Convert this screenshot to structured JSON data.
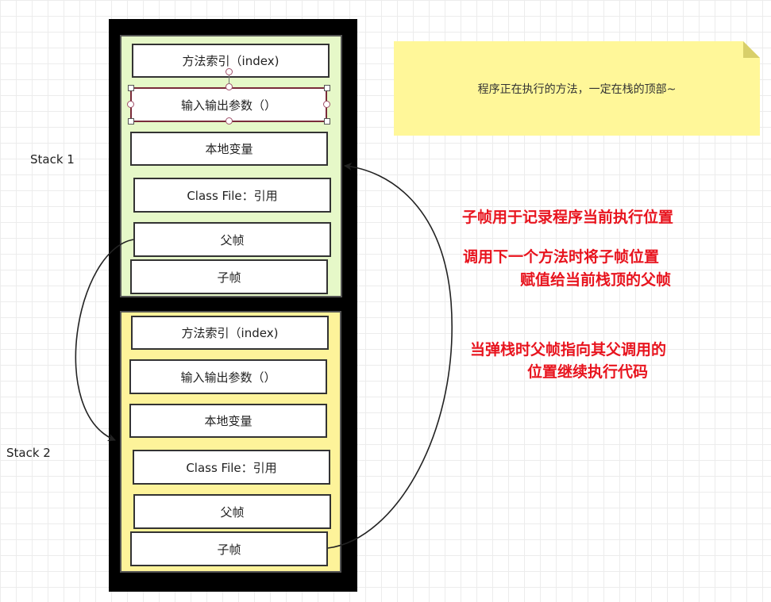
{
  "stack1": {
    "label": "Stack 1",
    "cells": {
      "method_index": "方法索引（index)",
      "io_params": "输入输出参数（）",
      "local_vars": "本地变量",
      "class_file": "Class File：引用",
      "parent_frame": "父帧",
      "child_frame": "子帧"
    }
  },
  "stack2": {
    "label": "Stack 2",
    "cells": {
      "method_index": "方法索引（index)",
      "io_params": "输入输出参数（）",
      "local_vars": "本地变量",
      "class_file": "Class File：引用",
      "parent_frame": "父帧",
      "child_frame": "子帧"
    }
  },
  "note": {
    "text": "程序正在执行的方法，一定在栈的顶部~"
  },
  "annotations": {
    "line1": "子帧用于记录程序当前执行位置",
    "line2": "调用下一个方法时将子帧位置",
    "line3": "赋值给当前栈顶的父帧",
    "line4": "当弹栈时父帧指向其父调用的",
    "line5": "位置继续执行代码"
  },
  "colors": {
    "frame1_bg": "#e6f8c8",
    "frame2_bg": "#fdf39a",
    "note_bg": "#fff799",
    "annotation_red": "#e8141e",
    "stack_bg": "#000000"
  }
}
